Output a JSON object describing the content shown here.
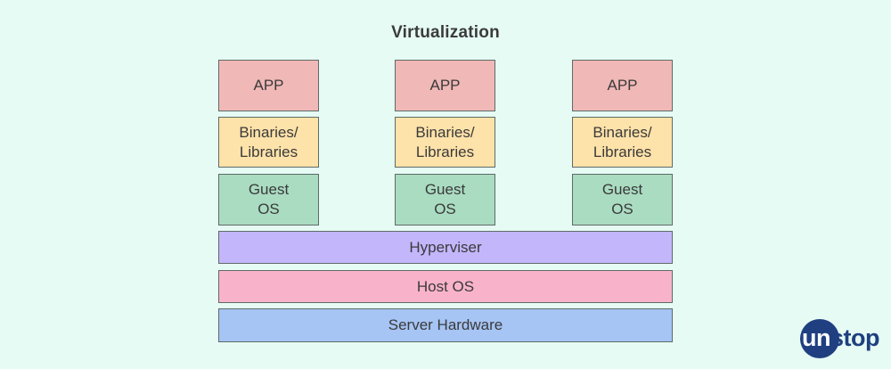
{
  "diagram": {
    "title": "Virtualization",
    "columns": [
      {
        "app": "APP",
        "binaries": "Binaries/\nLibraries",
        "guest_os": "Guest\nOS"
      },
      {
        "app": "APP",
        "binaries": "Binaries/\nLibraries",
        "guest_os": "Guest\nOS"
      },
      {
        "app": "APP",
        "binaries": "Binaries/\nLibraries",
        "guest_os": "Guest\nOS"
      }
    ],
    "hypervisor": "Hyperviser",
    "host_os": "Host OS",
    "server_hardware": "Server Hardware"
  },
  "logo": {
    "prefix": "un",
    "suffix": "stop"
  },
  "colors": {
    "background": "#e6fbf4",
    "app": "#f0b8b7",
    "binaries": "#fde2a9",
    "guest_os": "#aadcc2",
    "hypervisor": "#c3b6fb",
    "host_os": "#f8b3cb",
    "server_hardware": "#a6c4f4",
    "logo": "#1f3f80"
  }
}
